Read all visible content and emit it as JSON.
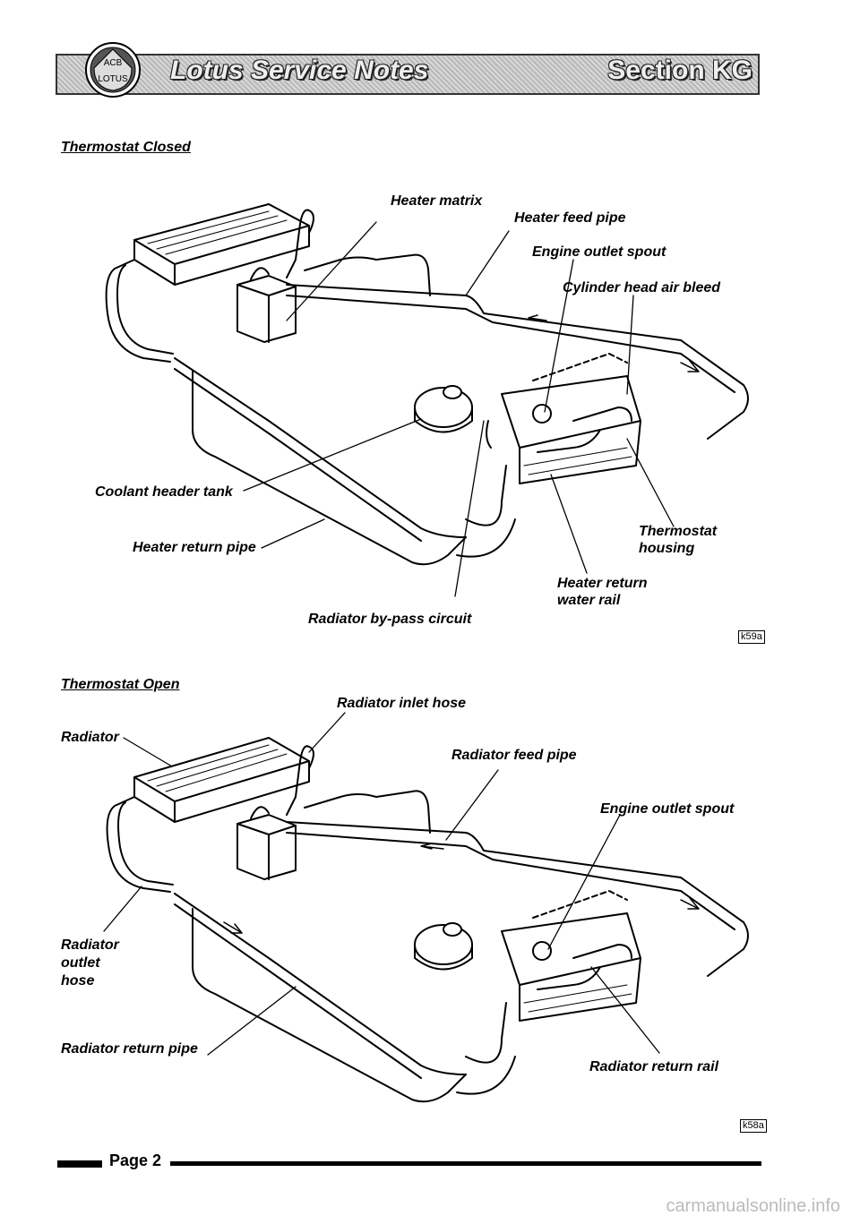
{
  "header": {
    "title": "Lotus Service Notes",
    "section": "Section KG"
  },
  "diagram_top": {
    "heading": "Thermostat Closed",
    "labels": {
      "heater_matrix": "Heater matrix",
      "heater_feed_pipe": "Heater feed pipe",
      "engine_outlet_spout": "Engine outlet spout",
      "cylinder_head_air_bleed": "Cylinder head air bleed",
      "coolant_header_tank": "Coolant header tank",
      "heater_return_pipe": "Heater return pipe",
      "thermostat_housing_1": "Thermostat",
      "thermostat_housing_2": "housing",
      "heater_return_water_rail_1": "Heater return",
      "heater_return_water_rail_2": "water rail",
      "radiator_bypass_circuit": "Radiator by-pass circuit"
    },
    "ref": "k59a"
  },
  "diagram_bottom": {
    "heading": "Thermostat Open",
    "labels": {
      "radiator_inlet_hose": "Radiator inlet hose",
      "radiator": "Radiator",
      "radiator_feed_pipe": "Radiator feed pipe",
      "engine_outlet_spout": "Engine outlet spout",
      "radiator_outlet_hose_1": "Radiator",
      "radiator_outlet_hose_2": "outlet",
      "radiator_outlet_hose_3": "hose",
      "radiator_return_pipe": "Radiator return pipe",
      "radiator_return_rail": "Radiator return rail"
    },
    "ref": "k58a"
  },
  "footer": {
    "page": "Page 2",
    "watermark": "carmanualsonline.info"
  },
  "logo": {
    "text": "LOTUS",
    "monogram": "ACB"
  }
}
